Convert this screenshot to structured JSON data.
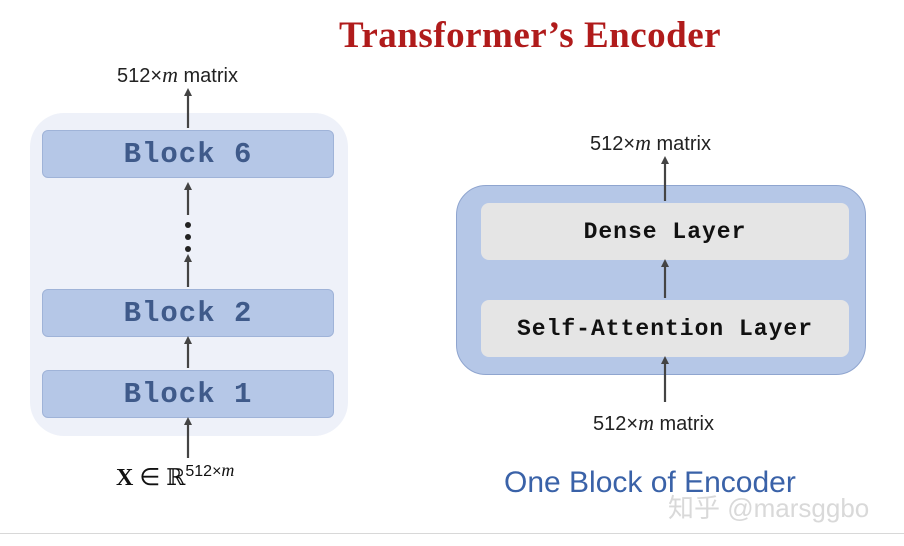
{
  "title": "Transformer’s Encoder",
  "left_stack": {
    "blocks": [
      "Block 6",
      "Block 2",
      "Block 1"
    ],
    "output_label": {
      "prefix": "512×",
      "var": "m",
      "suffix": " matrix"
    },
    "input_label": {
      "bold": "X",
      "rel": " ∈ ",
      "field": "ℝ",
      "sup_prefix": "512×",
      "sup_var": "m"
    }
  },
  "encoder_block": {
    "layers": [
      "Dense Layer",
      "Self-Attention Layer"
    ],
    "output_label": {
      "prefix": "512×",
      "var": "m",
      "suffix": " matrix"
    },
    "input_label": {
      "prefix": "512×",
      "var": "m",
      "suffix": " matrix"
    },
    "caption": "One Block of Encoder"
  },
  "watermark": "知乎 @marsggbo",
  "colors": {
    "title": "#b01b1b",
    "block_fill": "#b5c7e7",
    "block_text": "#3f5a8a",
    "stack_bg": "#eef1f9",
    "layer_fill": "#e5e5e5",
    "caption": "#3a62a8"
  }
}
